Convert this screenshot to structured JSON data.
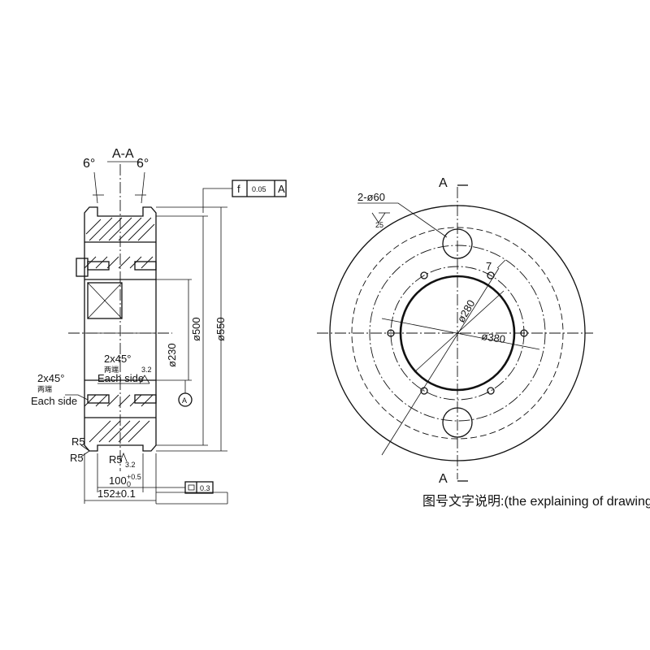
{
  "section_view": {
    "title": "A-A",
    "angle_left": "6°",
    "angle_right": "6°",
    "tolerance_frame": {
      "symbol": "f",
      "value": "0.05",
      "datum": "A"
    },
    "dia_550": "ø550",
    "dia_500": "ø500",
    "dia_230": "ø230",
    "chamfer_inner": "2x45°",
    "chamfer_inner_cn": "两端",
    "chamfer_inner_en": "Each side",
    "chamfer_outer": "2x45°",
    "chamfer_outer_cn": "两端",
    "chamfer_outer_en": "Each side",
    "roughness_1": "3.2",
    "roughness_2": "3.2",
    "datum": "A",
    "radius_1": "R5",
    "radius_2": "R5",
    "radius_3": "R5",
    "width_100": "100",
    "width_100_tol_upper": "+0.5",
    "width_100_tol_lower": "0",
    "width_152": "152±0.1",
    "flatness_frame_value": "0.3"
  },
  "front_view": {
    "section_mark_top": "A",
    "section_mark_bottom": "A",
    "hole_callout": "2-ø60",
    "hole_roughness": "25",
    "dia_280": "ø280",
    "dia_380": "ø380",
    "leader_number": "7"
  },
  "caption": "图号文字说明:(the explaining of drawing"
}
